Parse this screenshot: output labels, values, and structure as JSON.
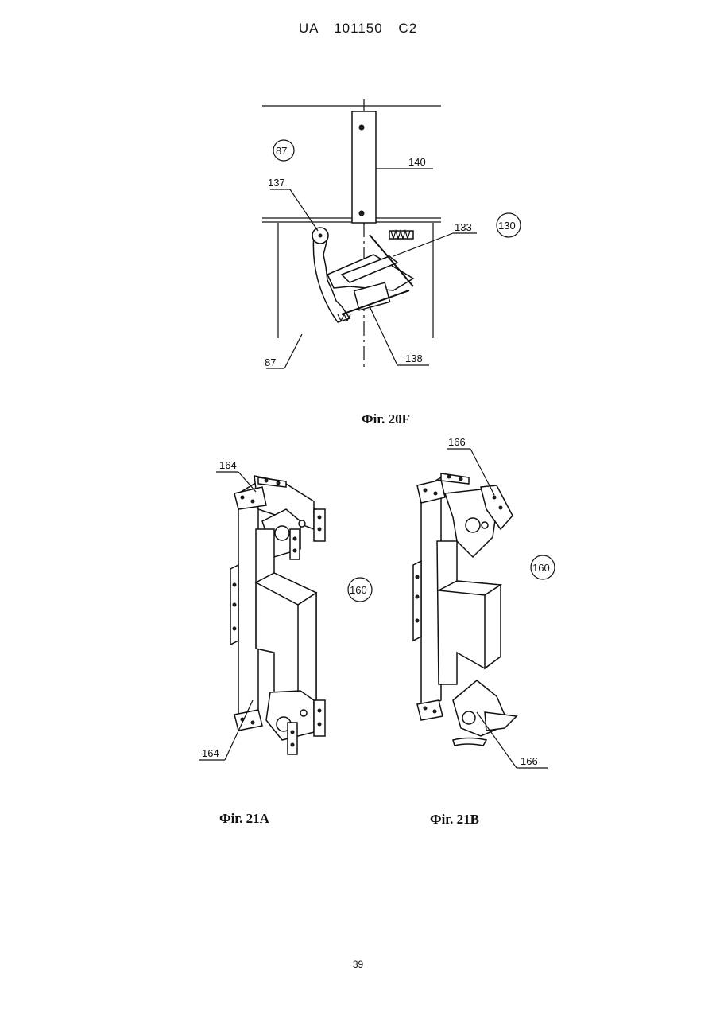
{
  "header": {
    "text": "UA   101150   C2"
  },
  "figures": {
    "fig20f": {
      "caption": "Фіг. 20F",
      "labels": {
        "l87a": "87",
        "l140": "140",
        "l137": "137",
        "l133": "133",
        "l130": "130",
        "l87b": "87",
        "l138": "138"
      }
    },
    "fig21a": {
      "caption": "Фіг. 21A",
      "labels": {
        "l164top": "164",
        "l160": "160",
        "l164bot": "164"
      }
    },
    "fig21b": {
      "caption": "Фіг. 21B",
      "labels": {
        "l166top": "166",
        "l160": "160",
        "l166bot": "166"
      }
    }
  },
  "footer": {
    "page_number": "39"
  }
}
